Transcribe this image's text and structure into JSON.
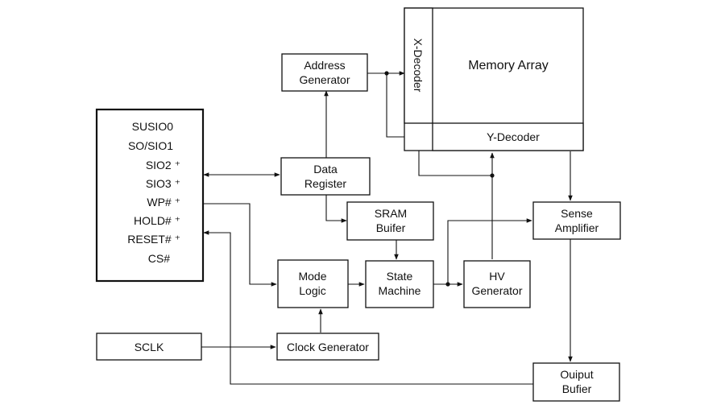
{
  "pins": {
    "items": [
      "SUSIO0",
      "SO/SIO1",
      "SIO2 ⁺",
      "SIO3 ⁺",
      "WP# ⁺",
      "HOLD# ⁺",
      "RESET# ⁺",
      "CS#"
    ]
  },
  "blocks": {
    "address_generator": [
      "Address",
      "Generator"
    ],
    "data_register": [
      "Data",
      "Register"
    ],
    "sram_buffer": [
      "SRAM",
      "Buifer"
    ],
    "mode_logic": [
      "Mode",
      "Logic"
    ],
    "state_machine": [
      "State",
      "Machine"
    ],
    "hv_generator": [
      "HV",
      "Generator"
    ],
    "sense_amplifier": [
      "Sense",
      "Amplifier"
    ],
    "output_buffer": [
      "Ouiput",
      "Bufier"
    ],
    "clock_generator": "Clock Generator",
    "sclk": "SCLK",
    "memory_array": "Memory Array",
    "x_decoder": "X-Decoder",
    "y_decoder": "Y-Decoder"
  }
}
